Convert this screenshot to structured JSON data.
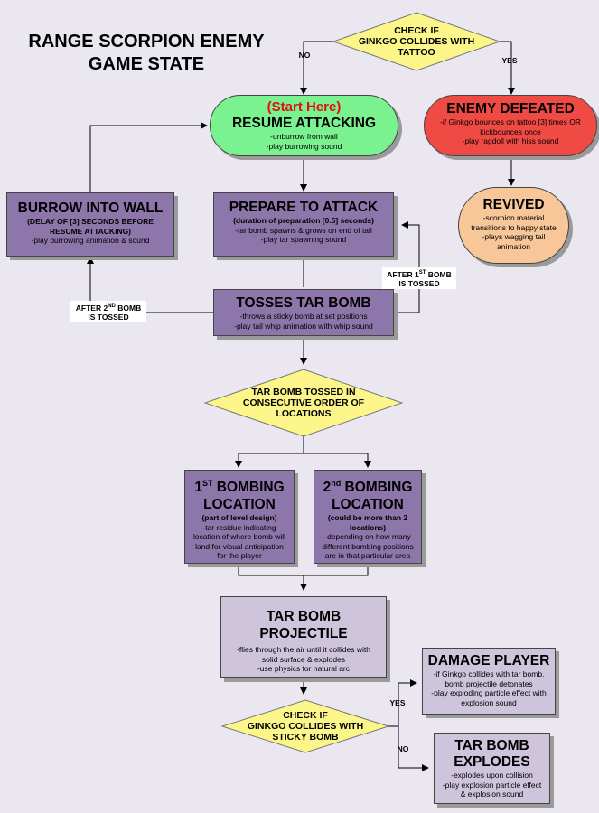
{
  "title": {
    "line1": "RANGE SCORPION ENEMY",
    "line2": "GAME STATE"
  },
  "nodes": {
    "check_tattoo": {
      "line1": "CHECK IF",
      "line2": "GINKGO COLLIDES WITH",
      "line3": "TATTOO"
    },
    "resume": {
      "start": "(Start Here)",
      "title": "RESUME ATTACKING",
      "d1": "-unburrow from wall",
      "d2": "-play burrowing sound"
    },
    "defeated": {
      "title": "ENEMY DEFEATED",
      "d1": "-if Ginkgo bounces on tattoo [3] times OR",
      "d2": "kickbounces once",
      "d3": "-play ragdoll with hiss sound"
    },
    "revived": {
      "title": "REVIVED",
      "d1": "-scorpion material",
      "d2": "transitions to happy state",
      "d3": "-plays wagging tail",
      "d4": "animation"
    },
    "burrow": {
      "title": "BURROW INTO WALL",
      "d1": "(DELAY OF [3] SECONDS BEFORE",
      "d2": "RESUME ATTACKING)",
      "d3": "-play burrowing animation & sound"
    },
    "prepare": {
      "title": "PREPARE TO ATTACK",
      "d1": "(duration of preparation [0.5] seconds)",
      "d2": "-tar bomb spawns & grows on end of tail",
      "d3": "-play tar spawning sound"
    },
    "tosses": {
      "title": "TOSSES TAR BOMB",
      "d1": "-throws a sticky bomb at set positions",
      "d2": "-play tail whip animation with whip sound"
    },
    "order": {
      "line1": "TAR BOMB TOSSED IN",
      "line2": "CONSECUTIVE ORDER OF",
      "line3": "LOCATIONS"
    },
    "loc1": {
      "num": "1",
      "sup": "ST",
      "t1": " BOMBING",
      "t2": "LOCATION",
      "d1": "(part of level design)",
      "d2": "-tar residue indicating",
      "d3": "location of where bomb will",
      "d4": "land for visual anticipation",
      "d5": "for the player"
    },
    "loc2": {
      "num": "2",
      "sup": "nd",
      "t1": " BOMBING",
      "t2": "LOCATION",
      "d1": "(could be more than 2",
      "d2": "locations)",
      "d3": "-depending on how many",
      "d4": "different bombing positions",
      "d5": "are in that particular area"
    },
    "projectile": {
      "t1": "TAR BOMB",
      "t2": "PROJECTILE",
      "d1": "-flies through the air until it collides with",
      "d2": "solid surface & explodes",
      "d3": "-use physics for natural arc"
    },
    "check_bomb": {
      "line1": "CHECK IF",
      "line2": "GINKGO COLLIDES WITH",
      "line3": "STICKY BOMB"
    },
    "damage": {
      "title": "DAMAGE PLAYER",
      "d1": "-if Ginkgo collides with tar bomb,",
      "d2": "bomb projectile detonates",
      "d3": "-play exploding particle effect with",
      "d4": "explosion sound"
    },
    "explodes": {
      "t1": "TAR BOMB",
      "t2": "EXPLODES",
      "d1": "-explodes upon collision",
      "d2": "-play explosion particle effect",
      "d3": "& explosion sound"
    }
  },
  "labels": {
    "no_top": "NO",
    "yes_top": "YES",
    "after1": {
      "a": "AFTER 1",
      "sup": "ST",
      "b": " BOMB",
      "c": "IS TOSSED"
    },
    "after2": {
      "a": "AFTER 2",
      "sup": "ND",
      "b": " BOMB",
      "c": "IS TOSSED"
    },
    "yes_bottom": "YES",
    "no_bottom": "NO"
  },
  "colors": {
    "background": "#ebe7f0",
    "decision": "#fbf58a",
    "start_state": "#79f28f",
    "defeated_state": "#ef4a44",
    "revived_state": "#f7c699",
    "state_box": "#8c76aa",
    "light_box": "#cec4dc"
  }
}
